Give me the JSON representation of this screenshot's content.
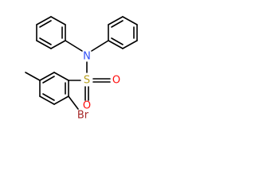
{
  "molecule": {
    "atoms": {
      "nitrogen": {
        "symbol": "N",
        "color": "#3050F8"
      },
      "sulfur": {
        "symbol": "S",
        "color": "#B8A020"
      },
      "oxygen_right": {
        "symbol": "O",
        "color": "#FF0D0D"
      },
      "oxygen_bottom": {
        "symbol": "O",
        "color": "#FF0D0D"
      },
      "bromine": {
        "symbol": "Br",
        "color": "#A62929"
      }
    },
    "bond_color": "#000000",
    "background": "#ffffff"
  }
}
